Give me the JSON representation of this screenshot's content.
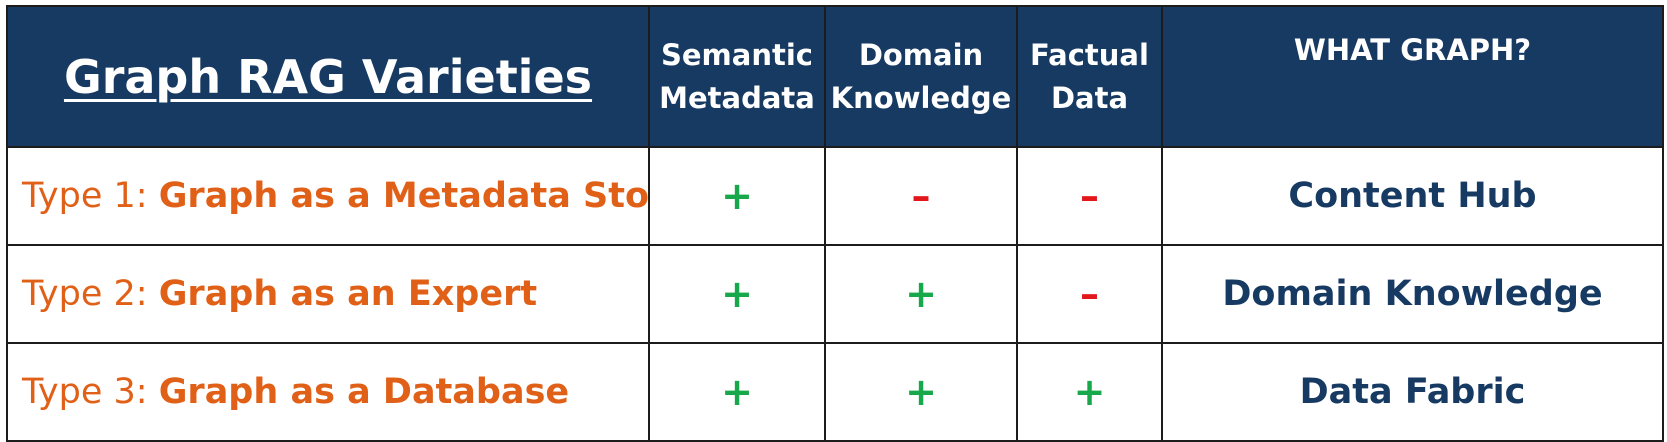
{
  "table": {
    "title": "Graph RAG Varieties",
    "columns": [
      {
        "line1": "Semantic",
        "line2": "Metadata"
      },
      {
        "line1": "Domain",
        "line2": "Knowledge"
      },
      {
        "line1": "Factual",
        "line2": "Data"
      },
      {
        "line1": "WHAT GRAPH?",
        "line2": ""
      }
    ],
    "rows": [
      {
        "prefix": "Type 1: ",
        "name": "Graph as a Metadata Store",
        "marks": [
          "+",
          "–",
          "–"
        ],
        "what_graph": "Content Hub"
      },
      {
        "prefix": "Type 2: ",
        "name": "Graph as an Expert",
        "marks": [
          "+",
          "+",
          "–"
        ],
        "what_graph": "Domain Knowledge"
      },
      {
        "prefix": "Type 3: ",
        "name": "Graph as a Database",
        "marks": [
          "+",
          "+",
          "+"
        ],
        "what_graph": "Data Fabric"
      }
    ]
  },
  "colors": {
    "header_bg": "#173a63",
    "type_text": "#e06018",
    "plus": "#16a84a",
    "minus": "#e2161b",
    "what_text": "#173a63"
  }
}
